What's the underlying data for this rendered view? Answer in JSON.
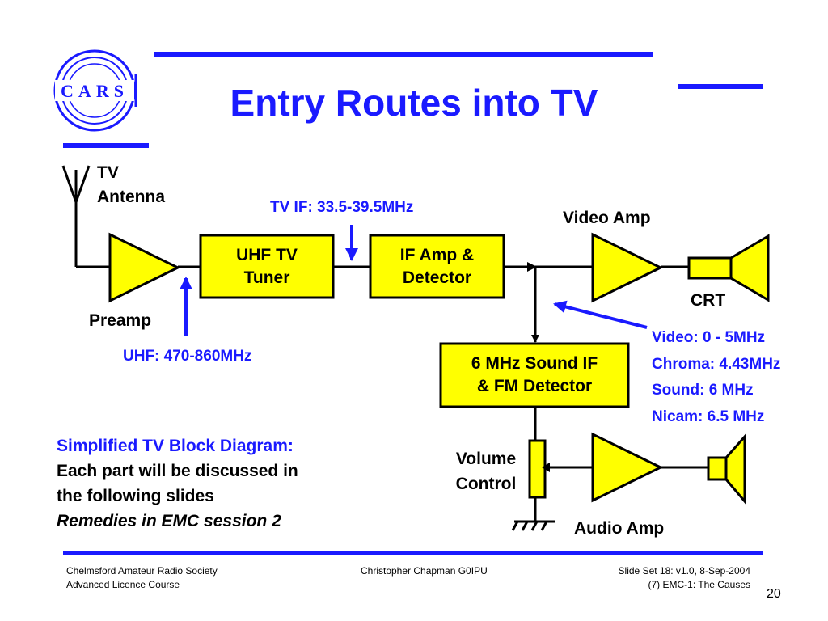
{
  "slide": {
    "title": "Entry Routes into TV",
    "page_number": "20"
  },
  "logo": {
    "text": "CARS"
  },
  "colors": {
    "accent": "#1a1aff",
    "block_fill": "#ffff00",
    "stroke": "#000000"
  },
  "labels": {
    "tv": "TV",
    "antenna": "Antenna",
    "preamp": "Preamp",
    "uhf_tuner_line1": "UHF TV",
    "uhf_tuner_line2": "Tuner",
    "if_amp_line1": "IF Amp &",
    "if_amp_line2": "Detector",
    "video_amp": "Video Amp",
    "crt": "CRT",
    "sound_if_line1": "6 MHz Sound IF",
    "sound_if_line2": "& FM Detector",
    "volume_line1": "Volume",
    "volume_line2": "Control",
    "audio_amp": "Audio Amp"
  },
  "annotations": {
    "tv_if": "TV IF: 33.5-39.5MHz",
    "uhf": "UHF: 470-860MHz",
    "signals": [
      "Video: 0 - 5MHz",
      "Chroma: 4.43MHz",
      "Sound: 6 MHz",
      "Nicam: 6.5 MHz"
    ]
  },
  "note": {
    "heading": "Simplified TV Block Diagram:",
    "line1": "Each part will be discussed  in",
    "line2": "the following slides",
    "line3": "Remedies in EMC session 2"
  },
  "footer": {
    "left_line1": "Chelmsford Amateur Radio Society",
    "left_line2": "Advanced Licence Course",
    "center": "Christopher Chapman G0IPU",
    "right_line1": "Slide Set 18:  v1.0,  8-Sep-2004",
    "right_line2": "(7) EMC-1: The Causes"
  }
}
